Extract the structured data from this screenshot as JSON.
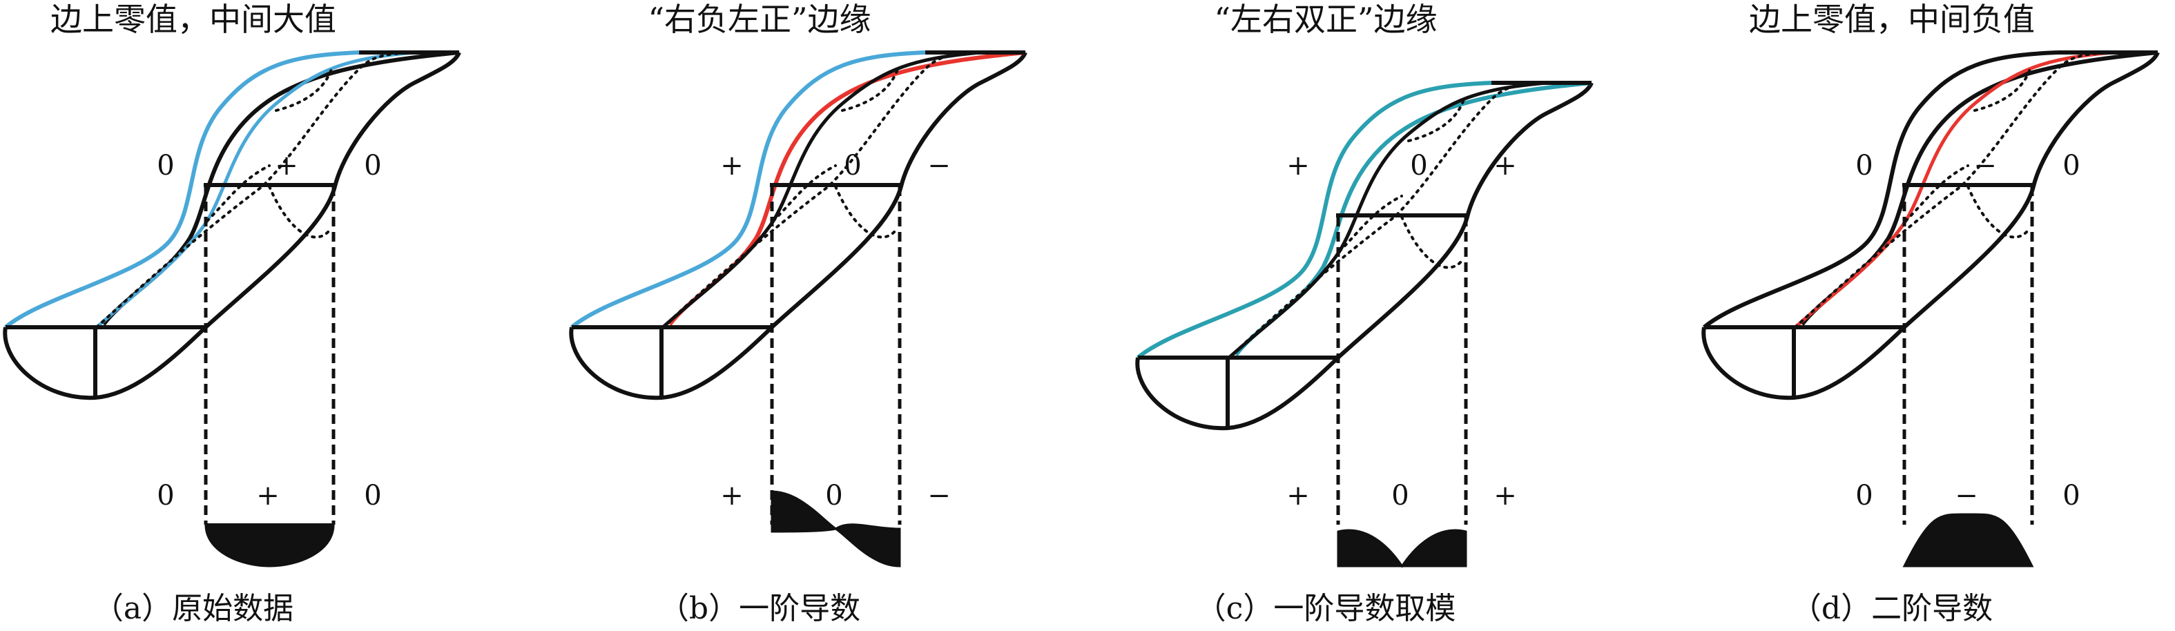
{
  "panels": [
    {
      "title": "边上零值，中间大值",
      "caption": "（a）原始数据",
      "upper_signs": [
        "0",
        "+",
        "0"
      ],
      "lower_signs": [
        "0",
        "+",
        "0"
      ],
      "left_edge_color": "#4aa8d8",
      "right_edge_color": "#111111",
      "middle_line_color": "#4aa8d8",
      "profile": "positive-bump"
    },
    {
      "title": "“右负左正”边缘",
      "caption": "（b）一阶导数",
      "upper_signs": [
        "+",
        "0",
        "−"
      ],
      "lower_signs": [
        "+",
        "0",
        "−"
      ],
      "left_edge_color": "#4aa8d8",
      "right_edge_color": "#e8352e",
      "middle_line_color": "#111111",
      "profile": "positive-then-negative"
    },
    {
      "title": "“左右双正”边缘",
      "caption": "（c）一阶导数取模",
      "upper_signs": [
        "+",
        "0",
        "+"
      ],
      "lower_signs": [
        "+",
        "0",
        "+"
      ],
      "left_edge_color": "#2aa0b0",
      "right_edge_color": "#2aa0b0",
      "middle_line_color": "#111111",
      "profile": "double-positive"
    },
    {
      "title": "边上零值，中间负值",
      "caption": "（d）二阶导数",
      "upper_signs": [
        "0",
        "−",
        "0"
      ],
      "lower_signs": [
        "0",
        "−",
        "0"
      ],
      "left_edge_color": "#111111",
      "right_edge_color": "#111111",
      "middle_line_color": "#e8352e",
      "profile": "negative-bump"
    }
  ]
}
